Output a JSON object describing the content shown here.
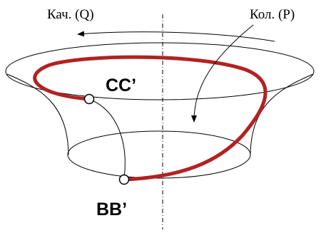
{
  "labels": {
    "quality": "Кач. (Q)",
    "quantity": "Кол. (P)",
    "upper_point": "CC’",
    "lower_point": "BB’"
  },
  "colors": {
    "outline": "#000000",
    "spiral": "#b22222",
    "point_fill": "#ffffff",
    "background": "#ffffff"
  }
}
